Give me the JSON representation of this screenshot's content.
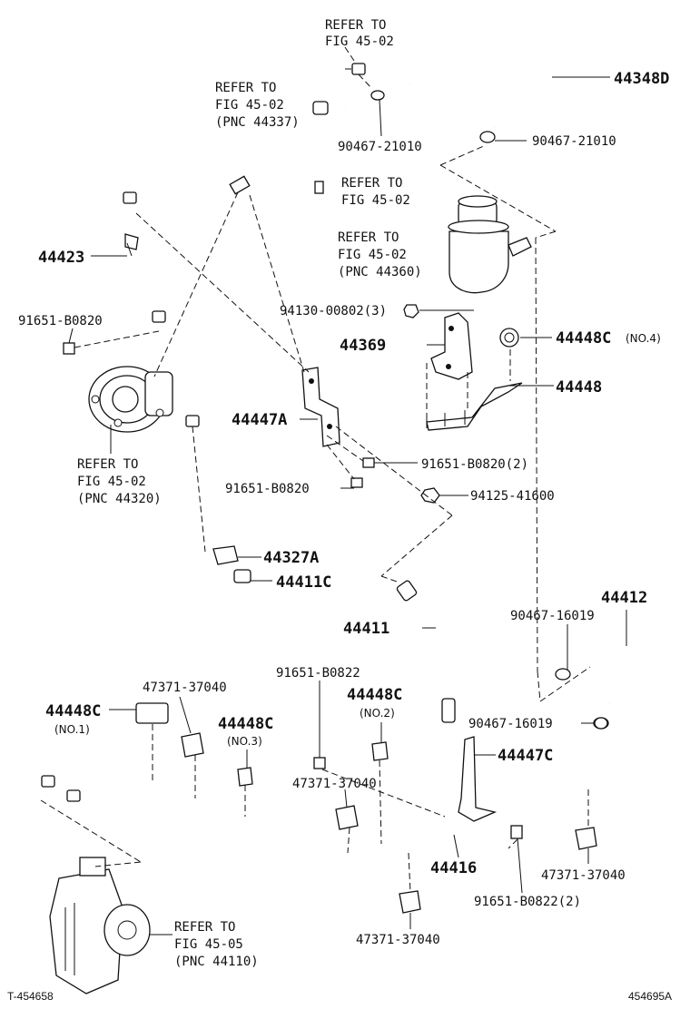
{
  "labels": {
    "refer_4502_top_a": "REFER TO",
    "refer_4502_top_b": "FIG 45-02",
    "part_44348D": "44348D",
    "refer_44337_a": "REFER TO",
    "refer_44337_b": "FIG 45-02",
    "refer_44337_c": "(PNC 44337)",
    "clamp_90467_21010_a": "90467-21010",
    "clamp_90467_21010_b": "90467-21010",
    "refer_4502_mid_a": "REFER TO",
    "refer_4502_mid_b": "FIG 45-02",
    "part_44423": "44423",
    "refer_44360_a": "REFER TO",
    "refer_44360_b": "FIG 45-02",
    "refer_44360_c": "(PNC 44360)",
    "bolt_91651_B0820_left": "91651-B0820",
    "nut_94130_00802": "94130-00802(3)",
    "part_44369": "44369",
    "part_44448C_no4": "44448C",
    "part_44448C_no4_qty": "(NO.4)",
    "part_44448": "44448",
    "part_44447A": "44447A",
    "refer_44320_a": "REFER TO",
    "refer_44320_b": "FIG 45-02",
    "refer_44320_c": "(PNC 44320)",
    "bolt_91651_B0820_2": "91651-B0820(2)",
    "bolt_91651_B0820_mid": "91651-B0820",
    "nut_94125_41600": "94125-41600",
    "part_44327A": "44327A",
    "part_44411C": "44411C",
    "part_44412": "44412",
    "part_44411": "44411",
    "clamp_90467_16019_a": "90467-16019",
    "bolt_91651_B0822": "91651-B0822",
    "clamp_47371_37040_a": "47371-37040",
    "part_44448C_no1": "44448C",
    "part_44448C_no1_qty": "(NO.1)",
    "part_44448C_no2": "44448C",
    "part_44448C_no2_qty": "(NO.2)",
    "part_44448C_no3": "44448C",
    "part_44448C_no3_qty": "(NO.3)",
    "clamp_90467_16019_b": "90467-16019",
    "part_44447C": "44447C",
    "clamp_47371_37040_b": "47371-37040",
    "part_44416": "44416",
    "clamp_47371_37040_c": "47371-37040",
    "bolt_91651_B0822_2": "91651-B0822(2)",
    "refer_44110_a": "REFER TO",
    "refer_44110_b": "FIG 45-05",
    "refer_44110_c": "(PNC 44110)",
    "clamp_47371_37040_d": "47371-37040",
    "footer_left": "T-454658",
    "footer_right": "454695A"
  },
  "colors": {
    "ink": "#111111",
    "paper": "#ffffff"
  }
}
